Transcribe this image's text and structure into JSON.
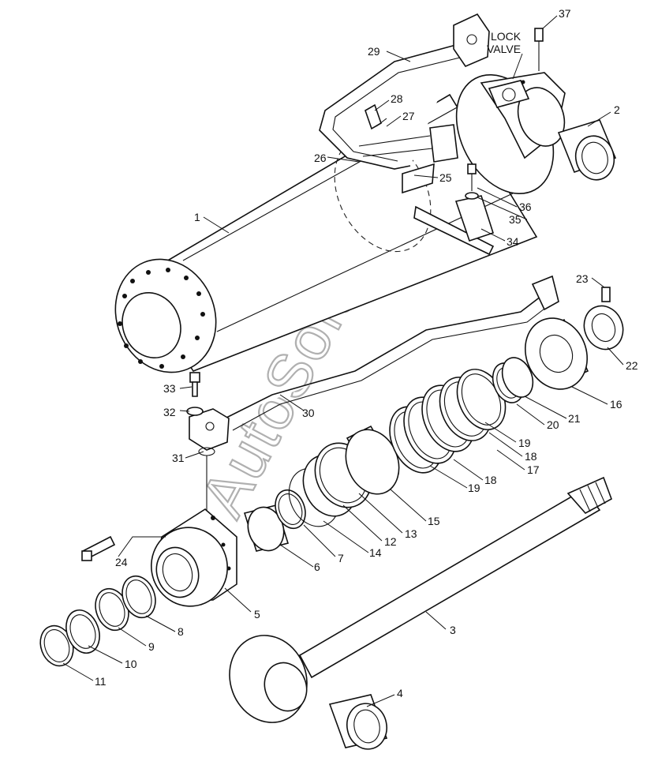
{
  "callouts": [
    "1",
    "2",
    "3",
    "4",
    "5",
    "6",
    "7",
    "8",
    "9",
    "10",
    "11",
    "12",
    "13",
    "14",
    "15",
    "16",
    "17",
    "18",
    "18",
    "19",
    "19",
    "20",
    "21",
    "22",
    "23",
    "24",
    "25",
    "26",
    "27",
    "28",
    "29",
    "30",
    "31",
    "32",
    "33",
    "34",
    "35",
    "36",
    "37"
  ],
  "lock_valve": {
    "line1": "LOCK",
    "line2": "VALVE"
  },
  "watermark": "AutoSoft"
}
